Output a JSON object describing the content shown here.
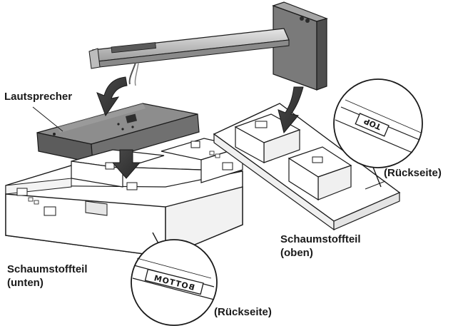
{
  "labels": {
    "speaker": "Lautsprecher",
    "foam_top": [
      "Schaumstoffteil",
      "(oben)"
    ],
    "foam_bottom": [
      "Schaumstoffteil",
      "(unten)"
    ],
    "back_side_top": "(Rückseite)",
    "back_side_bottom": "(Rückseite)"
  },
  "imprints": {
    "top_mark": "TOP",
    "bottom_mark": "BOTTOM"
  },
  "colors": {
    "dark_grey": "#6b6b6b",
    "mid_grey": "#9a9a9a",
    "light_grey": "#d6d6d6",
    "foam": "#ffffff",
    "outline": "#1a1a1a"
  }
}
